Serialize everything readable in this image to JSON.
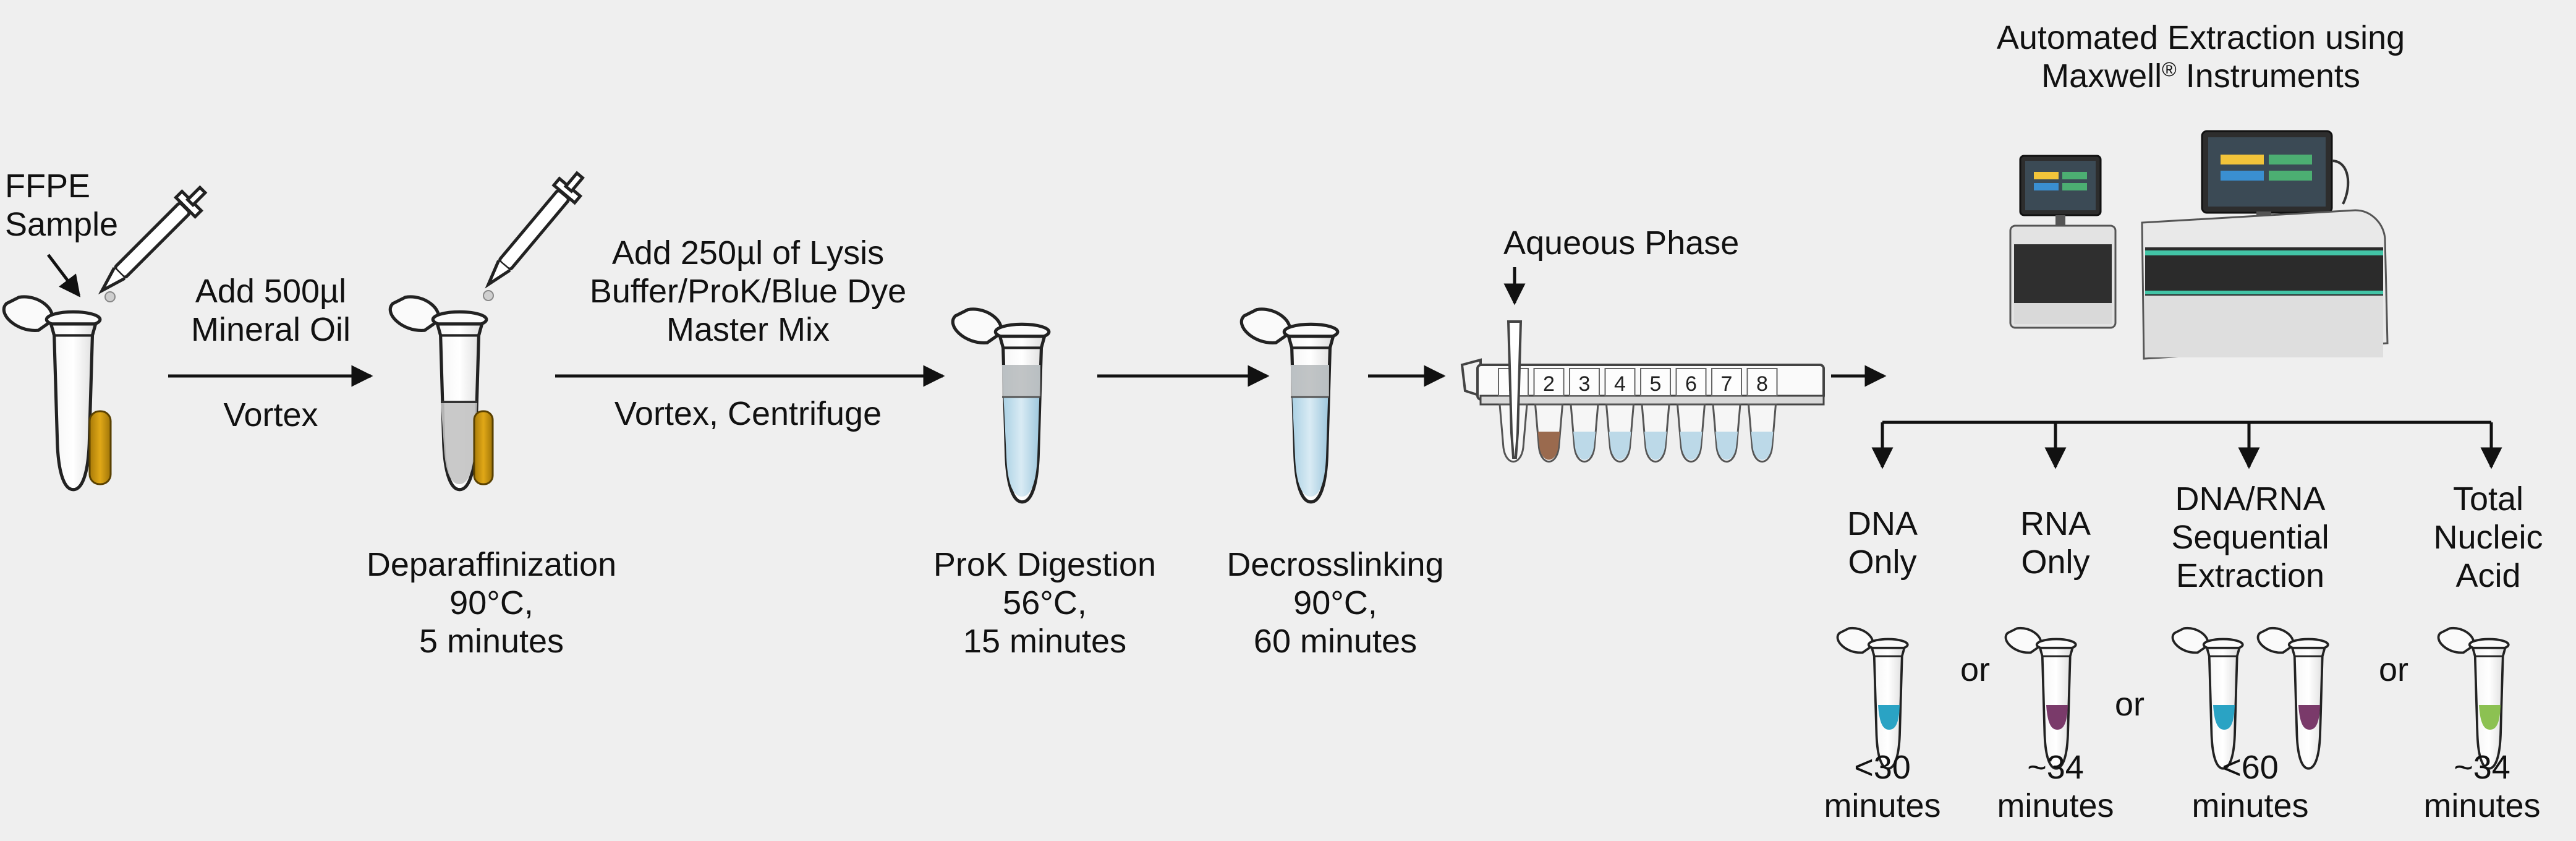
{
  "sample": {
    "line1": "FFPE",
    "line2": "Sample"
  },
  "step1": {
    "line1": "Add 500µl",
    "line2": "Mineral Oil",
    "below": "Vortex"
  },
  "step2": {
    "line1": "Add 250µl of Lysis",
    "line2": "Buffer/ProK/Blue Dye",
    "line3": "Master Mix",
    "below": "Vortex, Centrifuge"
  },
  "stage_deparaffinization": {
    "line1": "Deparaffinization",
    "line2": "90°C,",
    "line3": "5 minutes"
  },
  "stage_prok": {
    "line1": "ProK Digestion",
    "line2": "56°C,",
    "line3": "15 minutes"
  },
  "stage_decrosslinking": {
    "line1": "Decrosslinking",
    "line2": "90°C,",
    "line3": "60 minutes"
  },
  "aqueous_label": "Aqueous Phase",
  "strip_wells": [
    "1",
    "2",
    "3",
    "4",
    "5",
    "6",
    "7",
    "8"
  ],
  "automated": {
    "line1": "Automated Extraction using",
    "line2_main": "Maxwell",
    "line2_reg": "®",
    "line2_end": " Instruments"
  },
  "outputs": [
    {
      "lines": [
        "DNA",
        "Only"
      ],
      "time": [
        "<30",
        "minutes"
      ],
      "color": "#2aa3c4"
    },
    {
      "lines": [
        "RNA",
        "Only"
      ],
      "time": [
        "~34",
        "minutes"
      ],
      "color": "#7a3a6a"
    },
    {
      "lines": [
        "DNA/RNA",
        "Sequential",
        "Extraction"
      ],
      "time": [
        "<60",
        "minutes"
      ],
      "color": "#2aa3c4",
      "color2": "#7a3a6a"
    },
    {
      "lines": [
        "Total",
        "Nucleic",
        "Acid"
      ],
      "time": [
        "~34",
        "minutes"
      ],
      "color": "#8cc152"
    }
  ],
  "or_label": "or",
  "colors": {
    "amber": "#c9940f",
    "blue_liquid": "#bcd9e8",
    "brown_well": "#9a6a4e",
    "gray_liquid": "#b9b9b9"
  }
}
